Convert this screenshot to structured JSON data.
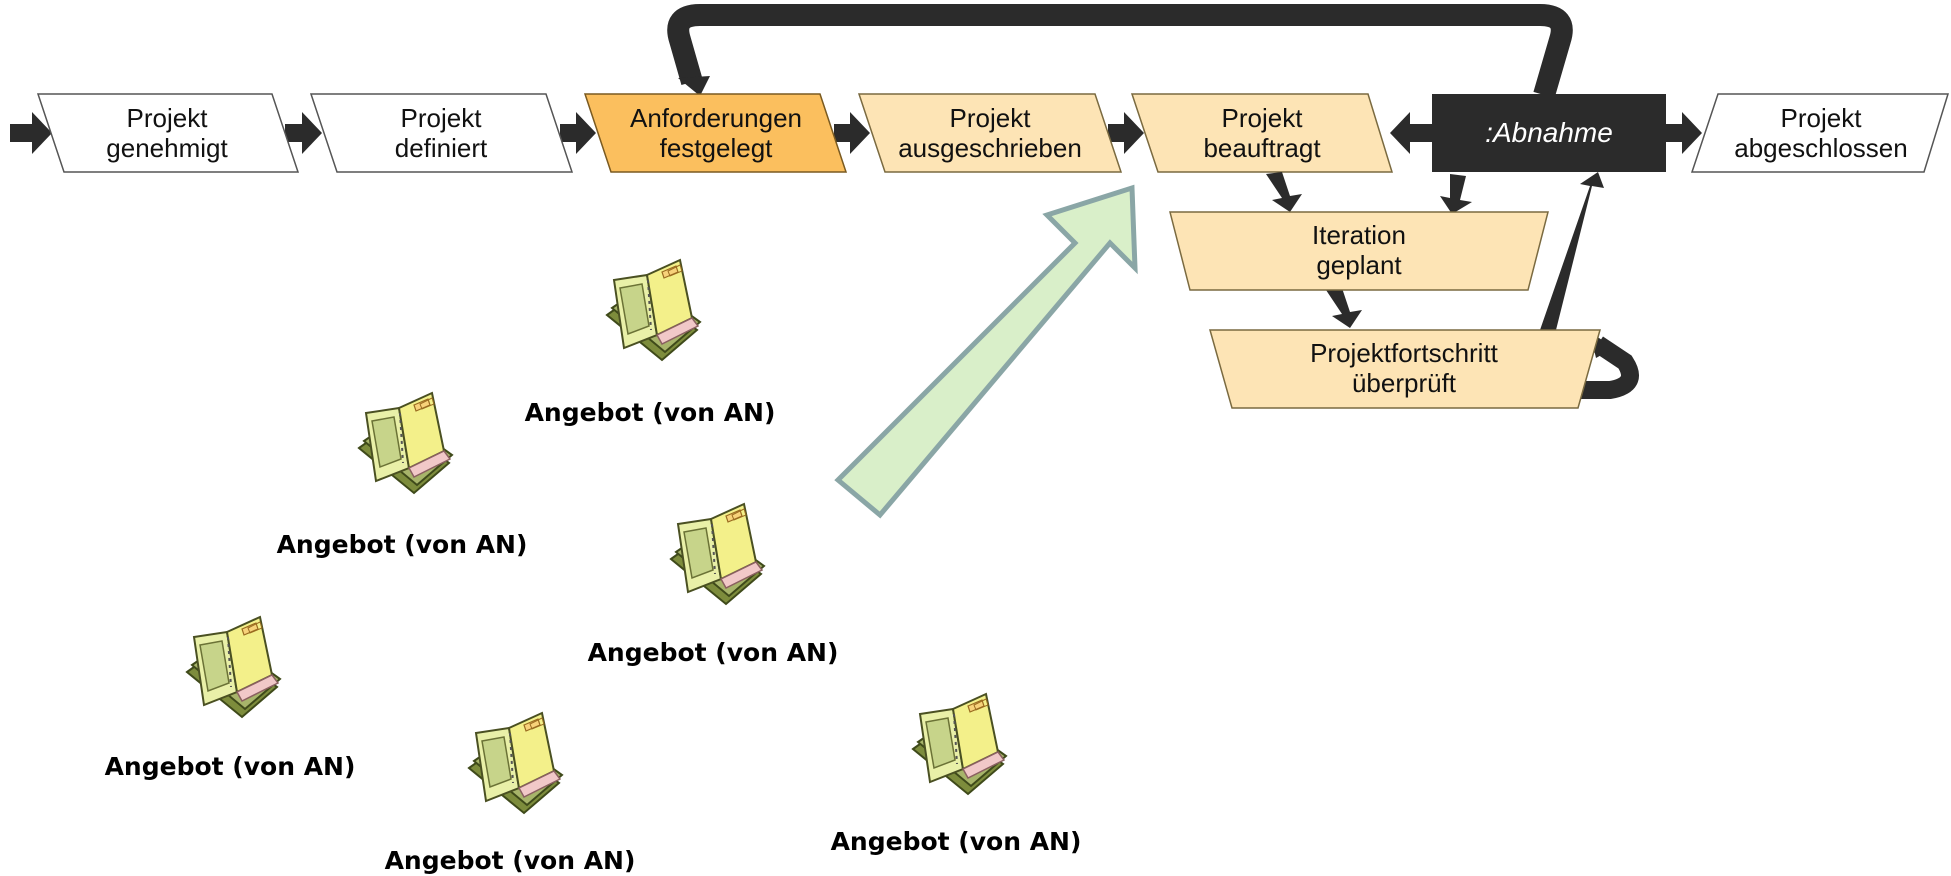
{
  "milestones": [
    {
      "id": "m1",
      "line1": "Projekt",
      "line2": "genehmigt"
    },
    {
      "id": "m2",
      "line1": "Projekt",
      "line2": "definiert"
    },
    {
      "id": "m3",
      "line1": "Anforderungen",
      "line2": "festgelegt"
    },
    {
      "id": "m4",
      "line1": "Projekt",
      "line2": "ausgeschrieben"
    },
    {
      "id": "m5",
      "line1": "Projekt",
      "line2": "beauftragt"
    },
    {
      "id": "m6",
      "label": ":Abnahme"
    },
    {
      "id": "m7",
      "line1": "Projekt",
      "line2": "abgeschlossen"
    }
  ],
  "sub_milestones": [
    {
      "id": "s1",
      "line1": "Iteration",
      "line2": "geplant"
    },
    {
      "id": "s2",
      "line1": "Projektfortschritt",
      "line2": "überprüft"
    }
  ],
  "offers": [
    {
      "label": "Angebot (von AN)"
    },
    {
      "label": "Angebot (von AN)"
    },
    {
      "label": "Angebot (von AN)"
    },
    {
      "label": "Angebot (von AN)"
    },
    {
      "label": "Angebot (von AN)"
    },
    {
      "label": "Angebot (von AN)"
    }
  ],
  "colors": {
    "white_node": "#ffffff",
    "highlight_node": "#fbbf5e",
    "light_node": "#fde4b5",
    "dark_node": "#2b2b2b",
    "arrow": "#2b2b2b",
    "big_arrow_fill": "#d9efc9",
    "big_arrow_stroke": "#8aa6a6"
  }
}
